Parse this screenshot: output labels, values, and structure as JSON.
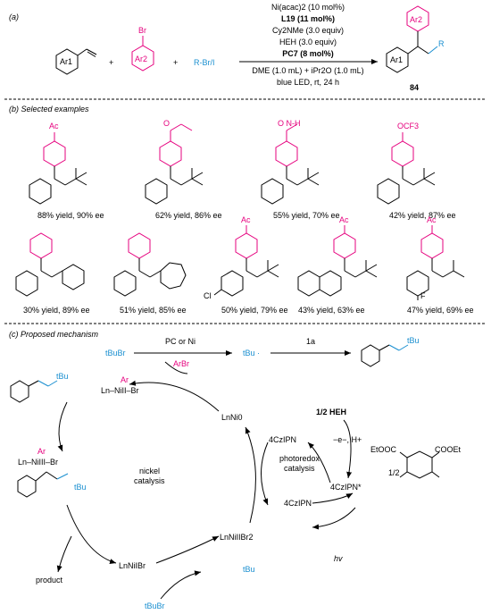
{
  "section_a": {
    "label": "(a)",
    "ar1": "Ar1",
    "plus1": "+",
    "plus2": "+",
    "ar2": "Ar2",
    "br": "Br",
    "rx": "R-Br/I",
    "cond1": "Ni(acac)2 (10 mol%)",
    "cond2": "L19 (11 mol%)",
    "cond3": "Cy2NMe (3.0 equiv)",
    "cond4": "HEH (3.0 equiv)",
    "cond5": "PC7 (8 mol%)",
    "cond6": "DME (1.0 mL) + iPr2O (1.0 mL)",
    "cond7": "blue LED, rt, 24 h",
    "prod_ar1": "Ar1",
    "prod_ar2": "Ar2",
    "prod_r": "R",
    "prod_num": "84"
  },
  "section_b": {
    "label": "(b) Selected examples",
    "row1": [
      {
        "sub": "Ac",
        "yield": "88% yield, 90% ee"
      },
      {
        "sub": "O",
        "yield": "62% yield, 86% ee"
      },
      {
        "sub": "O  N-H",
        "yield": "55% yield, 70% ee"
      },
      {
        "sub": "OCF3",
        "yield": "42% yield, 87% ee"
      }
    ],
    "row2": [
      {
        "sub": "",
        "yield": "30% yield, 89% ee"
      },
      {
        "sub": "",
        "yield": "51% yield, 85% ee"
      },
      {
        "sub": "Ac",
        "yield": "50% yield, 79% ee"
      },
      {
        "sub": "Ac",
        "yield": "43% yield, 63% ee"
      },
      {
        "sub": "Ac",
        "yield": "47% yield, 69% ee"
      }
    ],
    "cl": "Cl",
    "f": "F",
    "ac2": "Ac"
  },
  "section_c": {
    "label": "(c) Proposed mechanism",
    "tbubr_top": "tBuBr",
    "pc_or_ni": "PC or Ni",
    "tbu_radical": "tBu ·",
    "one_a": "1a",
    "prod_tbu": "tBu",
    "arbr": "ArBr",
    "ni2_complex": "Ln–NiII–Br",
    "ni2_ar": "Ar",
    "ni2_tbu": "tBu",
    "lnni0": "LnNi0",
    "half_heh": "1/2 HEH",
    "czipn_anion": "4CzIPN",
    "e_h": "−e−, H+",
    "nickel_catalysis": "nickel\ncatalysis",
    "nickel_l1": "nickel",
    "nickel_l2": "catalysis",
    "photoredox_l1": "photoredox",
    "photoredox_l2": "catalysis",
    "ni3_complex": "Ln–NiIII–Br",
    "ni3_ar": "Ar",
    "ni3_tbu": "tBu",
    "czipn_star": "4CzIPN*",
    "half": "1/2",
    "etooc": "EtOOC",
    "cooet": "COOEt",
    "czipn": "4CzIPN",
    "lnnibr2": "LnNiIIBr2",
    "hv": "hv",
    "product": "product",
    "lnnibr": "LnNiIBr",
    "tbu_rad2": "tBu",
    "tbubr_bottom": "tBuBr"
  }
}
